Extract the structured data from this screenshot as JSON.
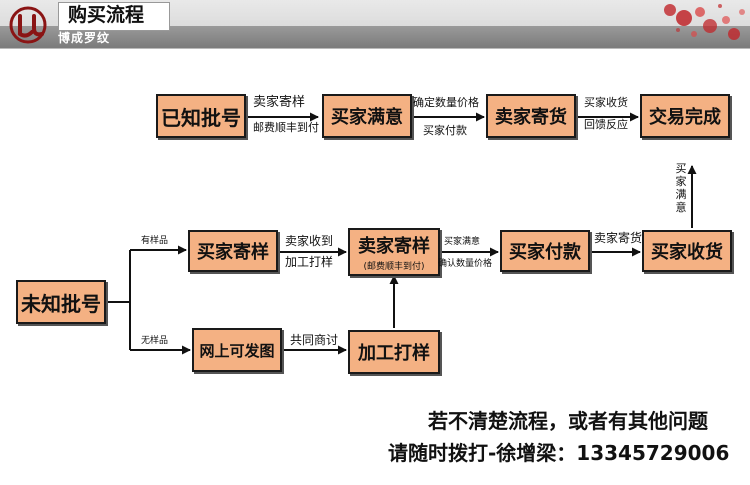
{
  "header": {
    "title": "购买流程",
    "brand": "博成罗纹"
  },
  "boxes": {
    "known_batch": "已知批号",
    "buyer_satisfied_1": "买家满意",
    "seller_ship_1": "卖家寄货",
    "deal_done": "交易完成",
    "unknown_batch": "未知批号",
    "buyer_send_sample": "买家寄样",
    "seller_send_sample": "卖家寄样",
    "seller_send_sample_note": "(邮费顺丰到付)",
    "buyer_pay": "买家付款",
    "buyer_receive": "买家收货",
    "online_image": "网上可发图",
    "process_sample_1": "加工打样"
  },
  "labels": {
    "buyer_send": "卖家寄样",
    "shipping": "邮费顺丰到付",
    "confirm_qty_price": "确定数量价格",
    "buyer_pay": "买家付款",
    "buyer_receive": "买家收货",
    "feedback": "回馈反应",
    "has_sample": "有样品",
    "no_sample": "无样品",
    "seller_receive": "卖家收到",
    "process_sample": "加工打样",
    "buyer_satisfied": "买家满意",
    "confirm_qty_price_2": "确认数量价格",
    "seller_ship": "卖家寄货",
    "discuss": "共同商讨",
    "buyer_satisfied_vertical": "买家满意"
  },
  "footer": {
    "line1": "若不清楚流程，或者有其他问题",
    "line2": "请随时拨打-徐增梁：13345729006"
  },
  "colors": {
    "box_fill": "#f4b183",
    "box_border": "#1a1a1a",
    "arrow": "#111111"
  }
}
